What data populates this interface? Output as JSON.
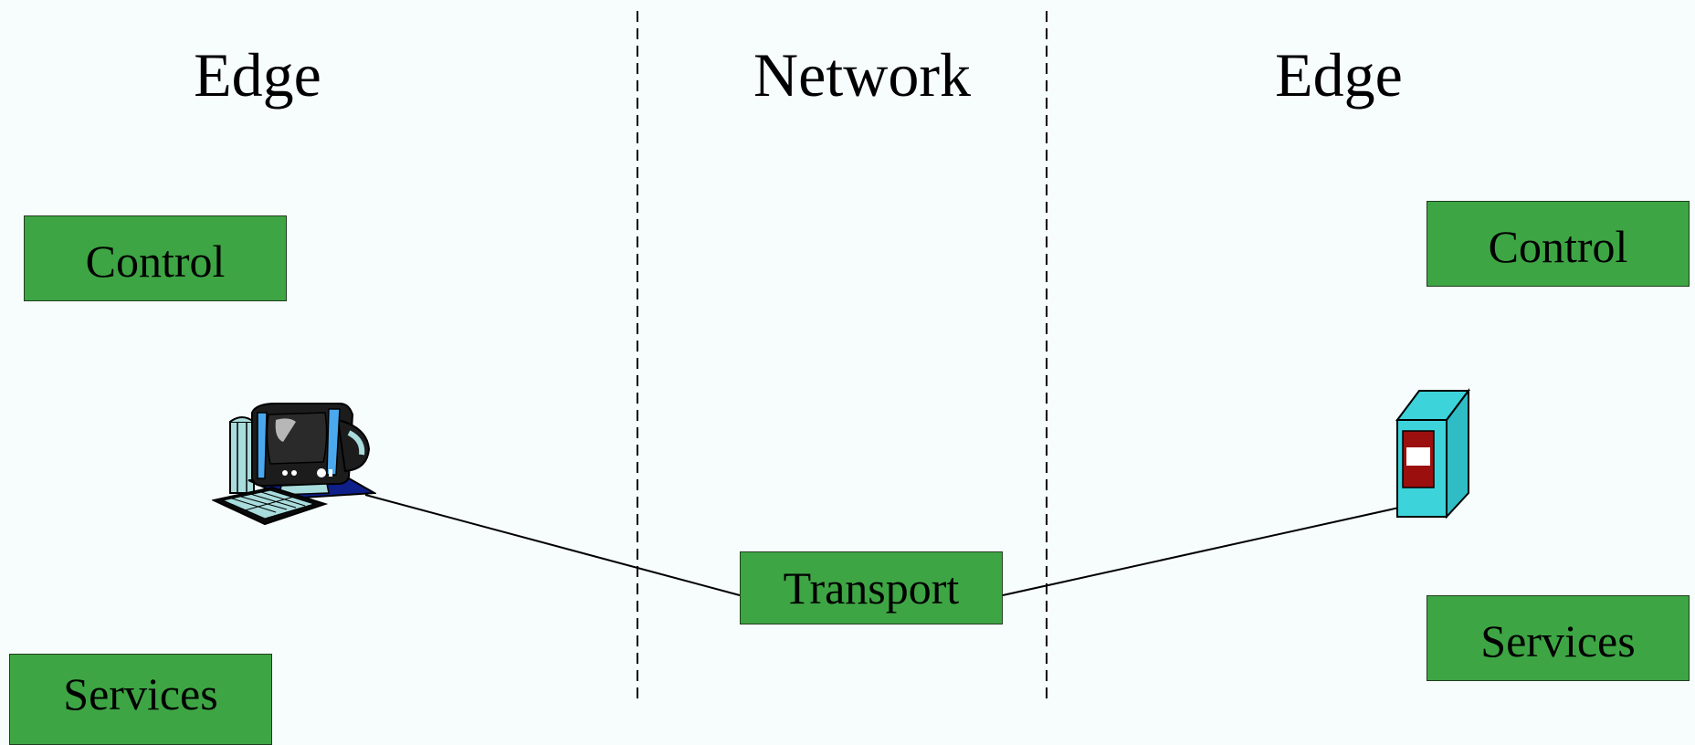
{
  "headings": {
    "left": "Edge",
    "center": "Network",
    "right": "Edge"
  },
  "left_edge": {
    "control_label": "Control",
    "services_label": "Services",
    "device_icon": "desktop-computer-icon"
  },
  "network": {
    "transport_label": "Transport"
  },
  "right_edge": {
    "control_label": "Control",
    "services_label": "Services",
    "device_icon": "server-tower-icon"
  },
  "colors": {
    "box_fill": "#3ea544",
    "background": "#f7fcfc",
    "server_body": "#3dd3da",
    "server_panel": "#9b0f0f"
  }
}
